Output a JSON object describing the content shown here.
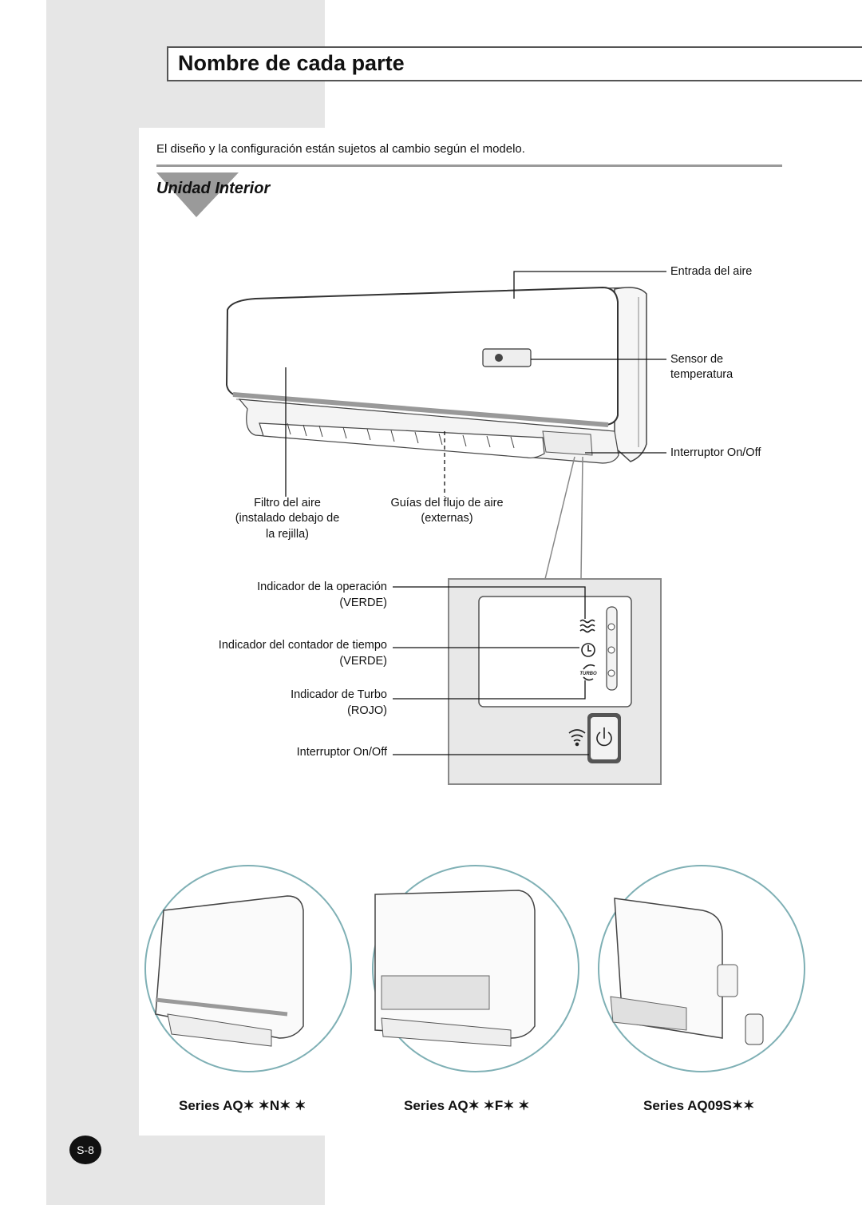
{
  "page": {
    "title": "Nombre de cada parte",
    "note": "El diseño y la configuración están sujetos al cambio según el modelo.",
    "section_title": "Unidad Interior",
    "page_number": "S-8"
  },
  "indoor_unit_labels": {
    "air_inlet": "Entrada del aire",
    "temp_sensor_1": "Sensor de",
    "temp_sensor_2": "temperatura",
    "onoff_switch": "Interruptor On/Off",
    "air_filter_1": "Filtro del aire",
    "air_filter_2": "(instalado debajo de",
    "air_filter_3": "la rejilla)",
    "airflow_guides_1": "Guías del flujo de aire",
    "airflow_guides_2": "(externas)"
  },
  "panel_labels": {
    "operation_indicator": "Indicador de la operación",
    "operation_color": "(VERDE)",
    "timer_indicator": "Indicador del contador de tiempo",
    "timer_color": "(VERDE)",
    "turbo_indicator": "Indicador de Turbo",
    "turbo_color": "(ROJO)",
    "onoff_switch": "Interruptor On/Off",
    "turbo_icon_text": "TURBO"
  },
  "series": [
    {
      "label": "Series AQ✶ ✶N✶ ✶"
    },
    {
      "label": "Series AQ✶ ✶F✶ ✶"
    },
    {
      "label": "Series AQ09S✶✶"
    }
  ],
  "icons": [
    "wave-icon",
    "clock-icon",
    "turbo-icon",
    "signal-icon",
    "power-icon"
  ],
  "colors": {
    "strip": "#e6e6e6",
    "rule": "#9a9a9a",
    "outline": "#444444",
    "circle": "#7fb0b5"
  }
}
